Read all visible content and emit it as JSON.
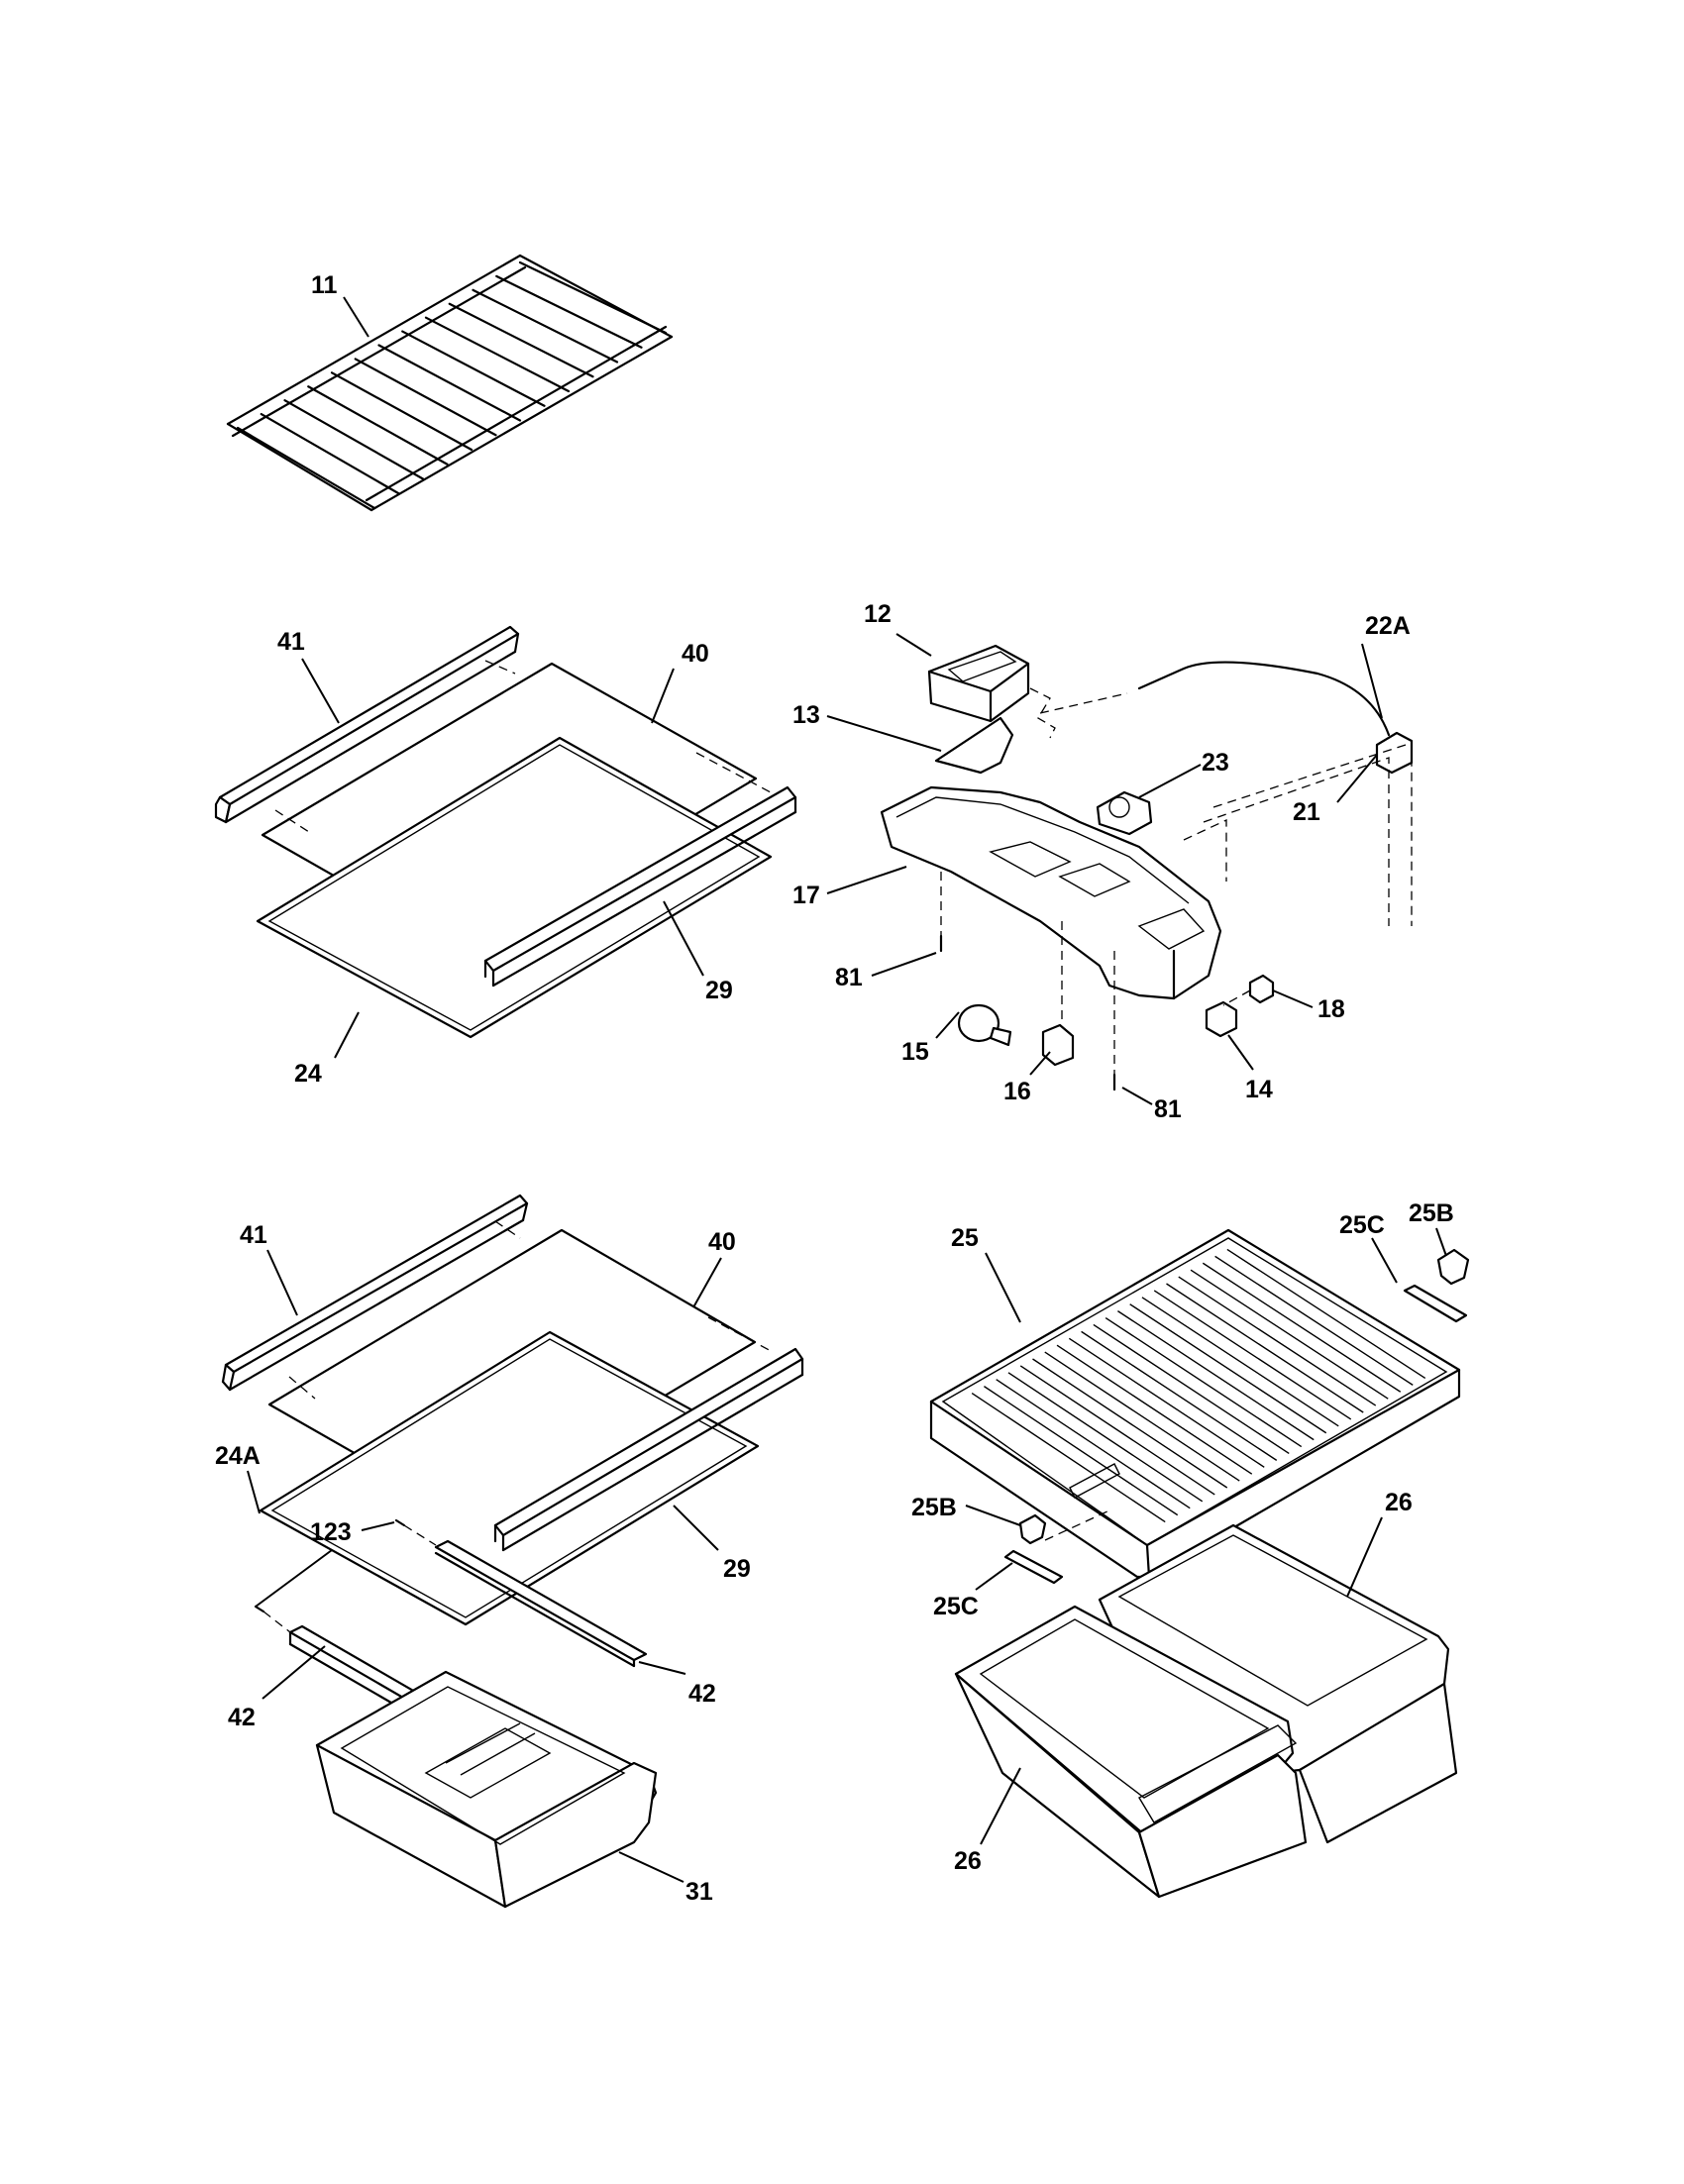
{
  "callouts": {
    "p11": "11",
    "p41_a": "41",
    "p40_a": "40",
    "p29_a": "29",
    "p24": "24",
    "p12": "12",
    "p13": "13",
    "p17": "17",
    "p81_a": "81",
    "p15": "15",
    "p16": "16",
    "p81_b": "81",
    "p14": "14",
    "p18": "18",
    "p23": "23",
    "p22A": "22A",
    "p21": "21",
    "p41_b": "41",
    "p40_b": "40",
    "p24A": "24A",
    "p123": "123",
    "p29_b": "29",
    "p42_a": "42",
    "p42_b": "42",
    "p31": "31",
    "p25": "25",
    "p25C_a": "25C",
    "p25B_a": "25B",
    "p25B_b": "25B",
    "p25C_b": "25C",
    "p26_a": "26",
    "p26_b": "26"
  }
}
